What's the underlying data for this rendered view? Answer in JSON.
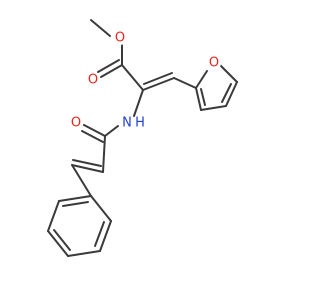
{
  "molecule": {
    "atoms": {
      "ester_ether_o": {
        "symbol": "O",
        "color": "#e8261f"
      },
      "ester_carbonyl_o": {
        "symbol": "O",
        "color": "#e8261f"
      },
      "furan_o": {
        "symbol": "O",
        "color": "#e8261f"
      },
      "amide_n": {
        "symbol": "N",
        "color": "#2140d8"
      },
      "amide_h": {
        "symbol": "H",
        "color": "#2140d8"
      },
      "amide_carbonyl_o": {
        "symbol": "O",
        "color": "#e8261f"
      }
    },
    "bond_color": "#3a3a3a"
  }
}
